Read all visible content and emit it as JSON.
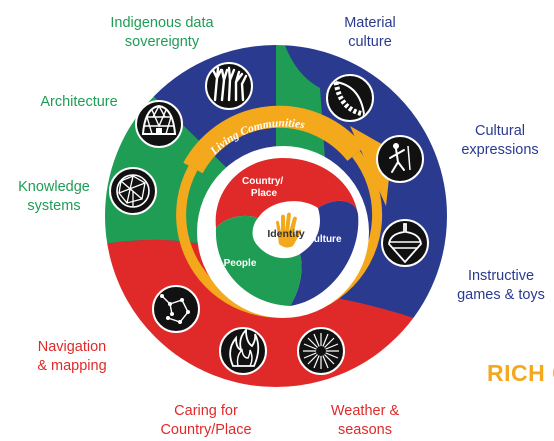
{
  "labels": {
    "indigenous": "Indigenous data\nsovereignty",
    "material": "Material\nculture",
    "architecture": "Architecture",
    "cultural": "Cultural\nexpressions",
    "knowledge": "Knowledge\nsystems",
    "instructive": "Instructive\ngames & toys",
    "navigation": "Navigation\n& mapping",
    "weather": "Weather &\nseasons",
    "caring": "Caring for\nCountry/Place"
  },
  "ring_text": "Living Communities",
  "center": {
    "country": "Country/\nPlace",
    "country_line1": "Country/",
    "country_line2": "Place",
    "culture": "Culture",
    "people": "People",
    "identity": "Identity"
  },
  "rich_text": "RICH C",
  "colors": {
    "green": "#1f9d55",
    "blue": "#2a3b8f",
    "red": "#e02a2a",
    "orange": "#f4a81c",
    "dark": "#111111"
  },
  "icons": [
    "raised-hands-icon",
    "geodesic-dome-icon",
    "knowledge-network-icon",
    "constellation-icon",
    "fire-icon",
    "radiating-burst-icon",
    "spinning-top-icon",
    "acrobat-figure-icon",
    "chain-necklace-icon"
  ]
}
